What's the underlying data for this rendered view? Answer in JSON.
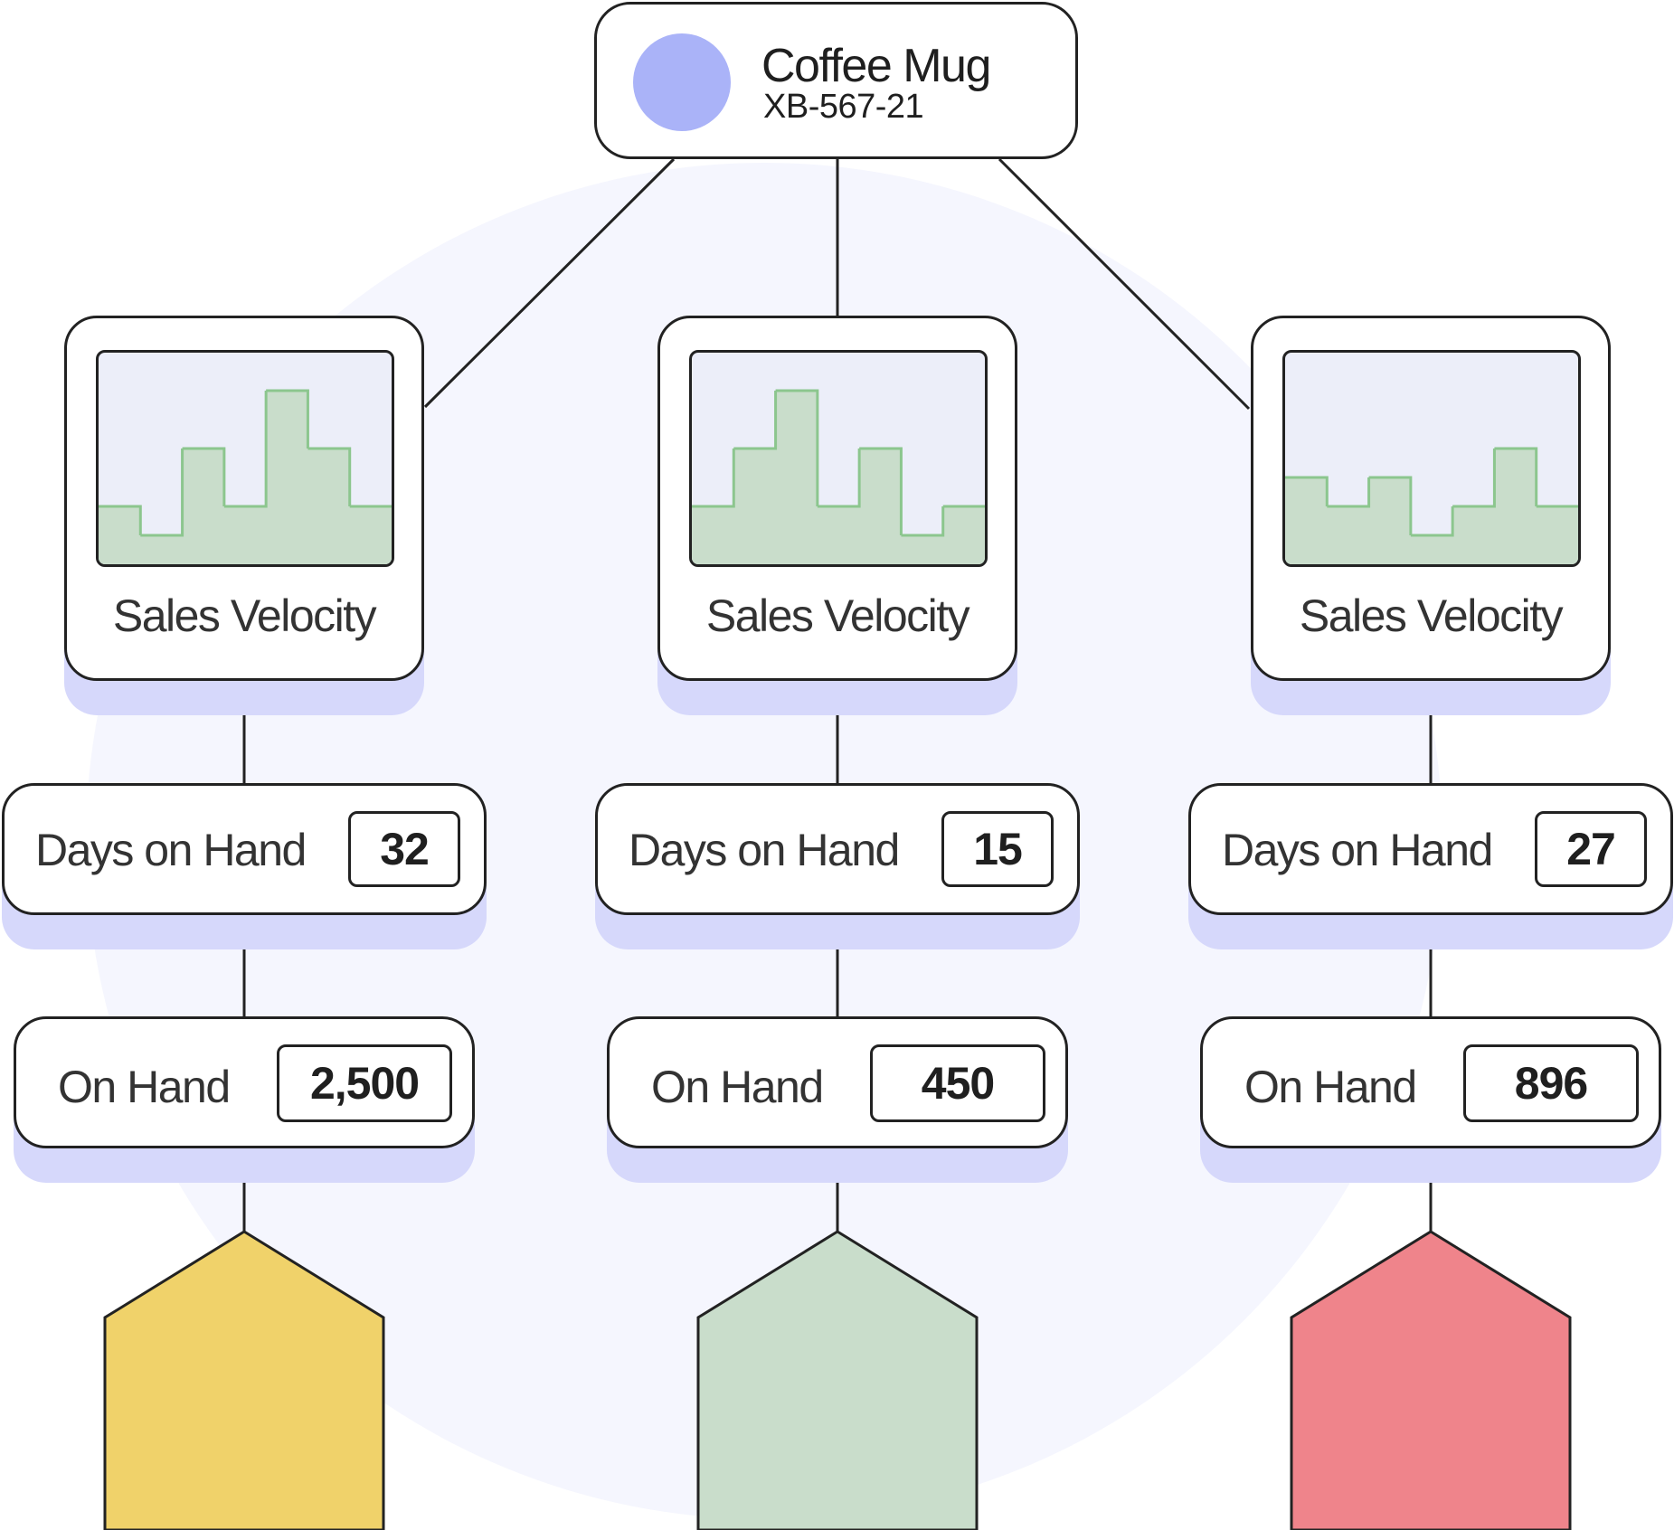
{
  "product": {
    "name": "Coffee Mug",
    "sku": "XB-567-21",
    "avatar_color": "#aab3f8"
  },
  "locations": [
    {
      "velocity_label": "Sales Velocity",
      "velocity_steps": [
        2,
        1,
        4,
        2,
        6,
        4,
        2
      ],
      "days_label": "Days on Hand",
      "days_value": "32",
      "onhand_label": "On Hand",
      "onhand_value": "2,500",
      "warehouse_color": "#f0d26a"
    },
    {
      "velocity_label": "Sales Velocity",
      "velocity_steps": [
        2,
        4,
        6,
        2,
        4,
        1,
        2
      ],
      "days_label": "Days on Hand",
      "days_value": "15",
      "onhand_label": "On Hand",
      "onhand_value": "450",
      "warehouse_color": "#c9ddcb"
    },
    {
      "velocity_label": "Sales Velocity",
      "velocity_steps": [
        3,
        2,
        3,
        1,
        2,
        4,
        2
      ],
      "days_label": "Days on Hand",
      "days_value": "27",
      "onhand_label": "On Hand",
      "onhand_value": "896",
      "warehouse_color": "#ef848b"
    }
  ],
  "colors": {
    "line": "#222222",
    "card_shadow": "#d6d8fb",
    "backdrop_circle": "#f5f6fe",
    "chart_bg": "#eceef9",
    "chart_fill": "#c9ddcb",
    "chart_stroke": "#8cc68e"
  }
}
